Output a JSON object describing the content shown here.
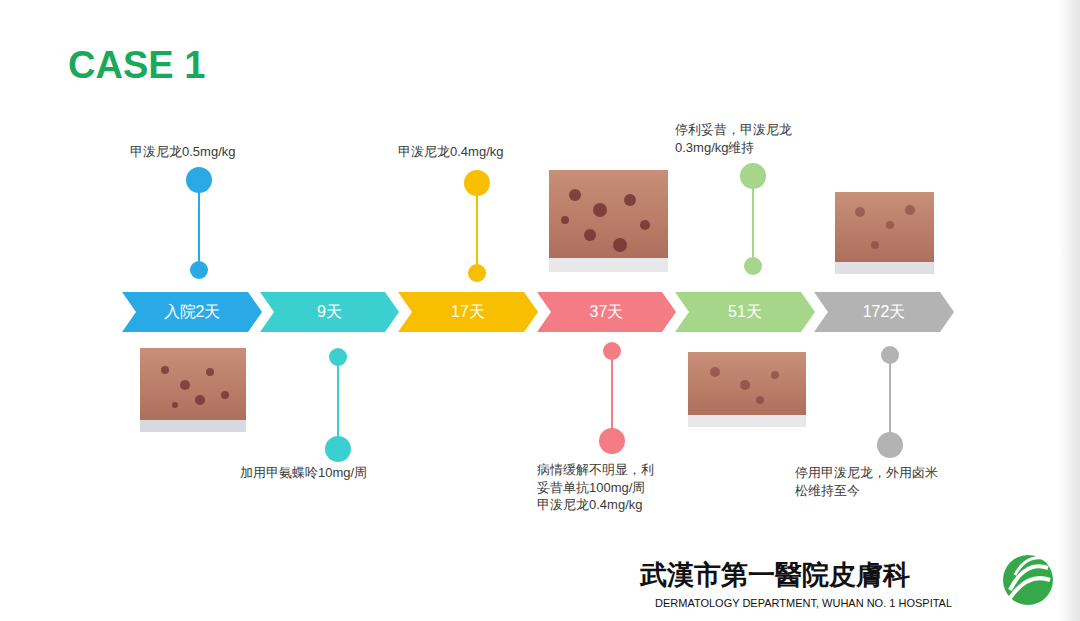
{
  "diagram": {
    "title": "CASE 1",
    "nodes": [
      {
        "text": [
          "入院2天"
        ]
      },
      {
        "text": [
          "9天"
        ]
      },
      {
        "text": [
          "17天"
        ]
      },
      {
        "text": [
          "37天"
        ]
      },
      {
        "text": [
          "51天"
        ]
      },
      {
        "text": [
          "172天"
        ]
      }
    ],
    "labels": [
      "甲泼尼龙0.5mg/kg",
      "甲泼尼龙0.4mg/kg",
      "停利妥昔，甲泼尼龙 0.3mg/kg维持",
      "加用甲氨蝶呤10mg/周",
      "病情缓解不明显，利 妥昔单抗100mg/周 甲泼尼龙0.4mg/kg",
      "停用甲泼尼龙，外用卤米 松维持至今",
      "武漢市第一醫院皮膚科",
      "DERMATOLOGY DEPARTMENT, WUHAN NO. 1 HOSPITAL"
    ]
  }
}
